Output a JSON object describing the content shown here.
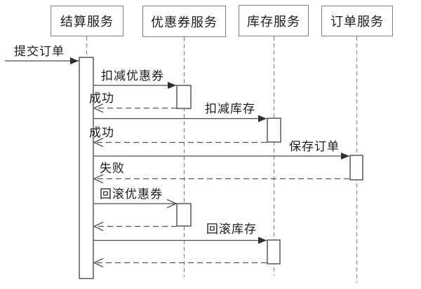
{
  "diagram": {
    "kind": "uml-sequence-diagram",
    "participants": [
      {
        "label": "结算服务"
      },
      {
        "label": "优惠券服务"
      },
      {
        "label": "库存服务"
      },
      {
        "label": "订单服务"
      }
    ],
    "messages": [
      {
        "label": "提交订单",
        "from": "",
        "to": "结算服务",
        "line": "solid",
        "arrow": "filled"
      },
      {
        "label": "扣减优惠券",
        "from": "结算服务",
        "to": "优惠券服务",
        "line": "solid",
        "arrow": "filled"
      },
      {
        "label": "成功",
        "from": "优惠券服务",
        "to": "结算服务",
        "line": "dashed",
        "arrow": "open"
      },
      {
        "label": "扣减库存",
        "from": "结算服务",
        "to": "库存服务",
        "line": "solid",
        "arrow": "filled"
      },
      {
        "label": "成功",
        "from": "库存服务",
        "to": "结算服务",
        "line": "dashed",
        "arrow": "open"
      },
      {
        "label": "保存订单",
        "from": "结算服务",
        "to": "订单服务",
        "line": "solid",
        "arrow": "filled"
      },
      {
        "label": "失败",
        "from": "订单服务",
        "to": "结算服务",
        "line": "dashed",
        "arrow": "open"
      },
      {
        "label": "回滚优惠券",
        "from": "结算服务",
        "to": "优惠券服务",
        "line": "solid",
        "arrow": "open"
      },
      {
        "label": "",
        "from": "优惠券服务",
        "to": "结算服务",
        "line": "dashed",
        "arrow": "open"
      },
      {
        "label": "回滚库存",
        "from": "结算服务",
        "to": "库存服务",
        "line": "solid",
        "arrow": "filled"
      },
      {
        "label": "",
        "from": "库存服务",
        "to": "结算服务",
        "line": "dashed",
        "arrow": "open"
      }
    ],
    "colors": {
      "background": "#ffffff",
      "message_line": "#4a4a4a",
      "lifeline": "#8a8a8a",
      "participant_border": "#7d7d7d",
      "activation_border": "#3f3f3f",
      "text": "#1c1c1c"
    }
  }
}
